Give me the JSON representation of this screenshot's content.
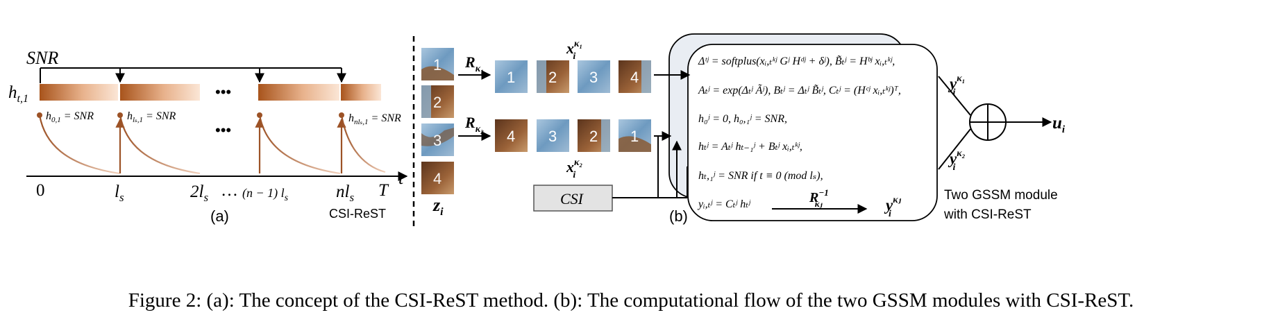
{
  "panel_a": {
    "snr_label": "SNR",
    "h_label": "h",
    "h_sub": "t,1",
    "ellipsis": "•••",
    "reset_labels": [
      {
        "pre": "h",
        "sub": "0,1",
        "post": " = SNR"
      },
      {
        "pre": "h",
        "sub": "lₛ,1",
        "post": " = SNR"
      },
      {
        "pre": "h",
        "sub": "nlₛ,1",
        "post": " = SNR"
      }
    ],
    "axis_t": "t",
    "ticks": [
      "0",
      "l",
      "2l",
      "…",
      "(n − 1) l",
      "nl",
      "T"
    ],
    "tick_sub": "s",
    "method_label": "CSI-ReST",
    "panel_label": "(a)"
  },
  "panel_b": {
    "input_label": "z",
    "input_sub": "i",
    "patch_numbers_input": [
      "1",
      "2",
      "3",
      "4"
    ],
    "perm1_label": "R",
    "perm1_sub": "κ₁",
    "perm2_label": "R",
    "perm2_sub": "κ₂",
    "perm1_numbers": [
      "1",
      "2",
      "3",
      "4"
    ],
    "perm2_numbers": [
      "4",
      "3",
      "2",
      "1"
    ],
    "x1_label": "x",
    "x1_sup": "κ₁",
    "x1_sub": "i",
    "x2_label": "x",
    "x2_sup": "κ₂",
    "x2_sub": "i",
    "csi_label": "CSI",
    "equations": [
      "Δᵗʲ = softplus(xᵢ,ₜᵏʲ Gʲ Hᵈʲ + δʲ), B̃ₜʲ = Hᵇʲ xᵢ,ₜᵏʲ,",
      "Aₜʲ = exp(Δₜʲ Ãʲ), Bₜʲ = Δₜʲ B̃ₜʲ, Cₜʲ = (Hᶜʲ xᵢ,ₜᵏʲ)ᵀ,",
      "h₀ʲ = 0, h₀,₁ʲ = SNR,",
      "hₜʲ = Aₜʲ hₜ₋₁ʲ + Bₜʲ xᵢ,ₜᵏʲ,",
      "hₜ,₁ʲ = SNR  if  t ≡ 0 (mod lₛ),",
      "yᵢ,ₜʲ = Cₜʲ hₜʲ"
    ],
    "inv_label": "R",
    "inv_sup": "−1",
    "inv_sub": "κⱼ",
    "yk_label": "y",
    "yk_sup": "κⱼ",
    "yk_sub": "i",
    "y1_label": "y",
    "y1_sup": "κ₁",
    "y1_sub": "i",
    "y2_label": "y",
    "y2_sup": "κ₂",
    "y2_sub": "i",
    "out_label": "u",
    "out_sub": "i",
    "module_caption_1": "Two GSSM module",
    "module_caption_2": "with CSI-ReST",
    "panel_label": "(b)"
  },
  "caption": "Figure 2: (a): The concept of the CSI-ReST method. (b): The computational flow of the two GSSM modules with CSI-ReST.",
  "colors": {
    "bar_dark": "#a8541c",
    "bar_light": "#fbe6d6",
    "decay": "#b46a3c",
    "csi_box": "#e3e3e3",
    "module_front": "#ffffff",
    "module_back": "#e9edf3",
    "water": "#7da8cc",
    "animal": "#7a4a2a"
  }
}
